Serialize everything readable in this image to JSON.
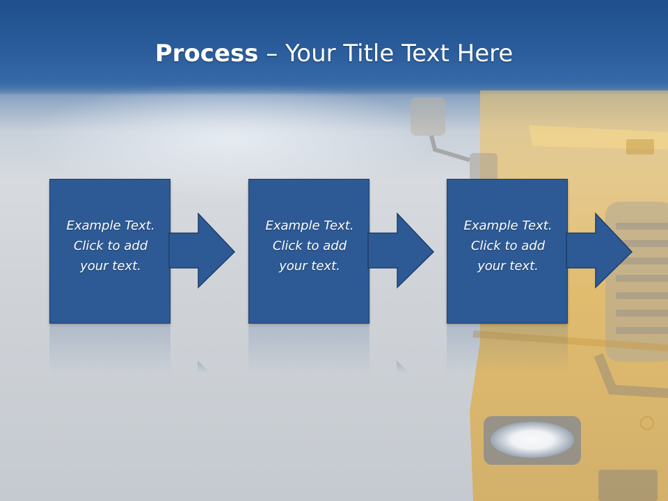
{
  "slide": {
    "title_bold": "Process",
    "title_rest": " – Your Title Text Here"
  },
  "steps": [
    {
      "line1": "Example Text.",
      "line2": "Click  to add",
      "line3": "your text."
    },
    {
      "line1": "Example Text.",
      "line2": "Click  to add",
      "line3": "your text."
    },
    {
      "line1": "Example Text.",
      "line2": "Click  to add",
      "line3": "your text."
    }
  ],
  "colors": {
    "box_fill": "#2d5a94",
    "box_border": "#1d3d68",
    "title_band": "#2a5c9b",
    "truck_yellow": "#e8b84a"
  },
  "icons": {
    "arrow": "right-arrow-icon",
    "background": "truck-illustration"
  }
}
